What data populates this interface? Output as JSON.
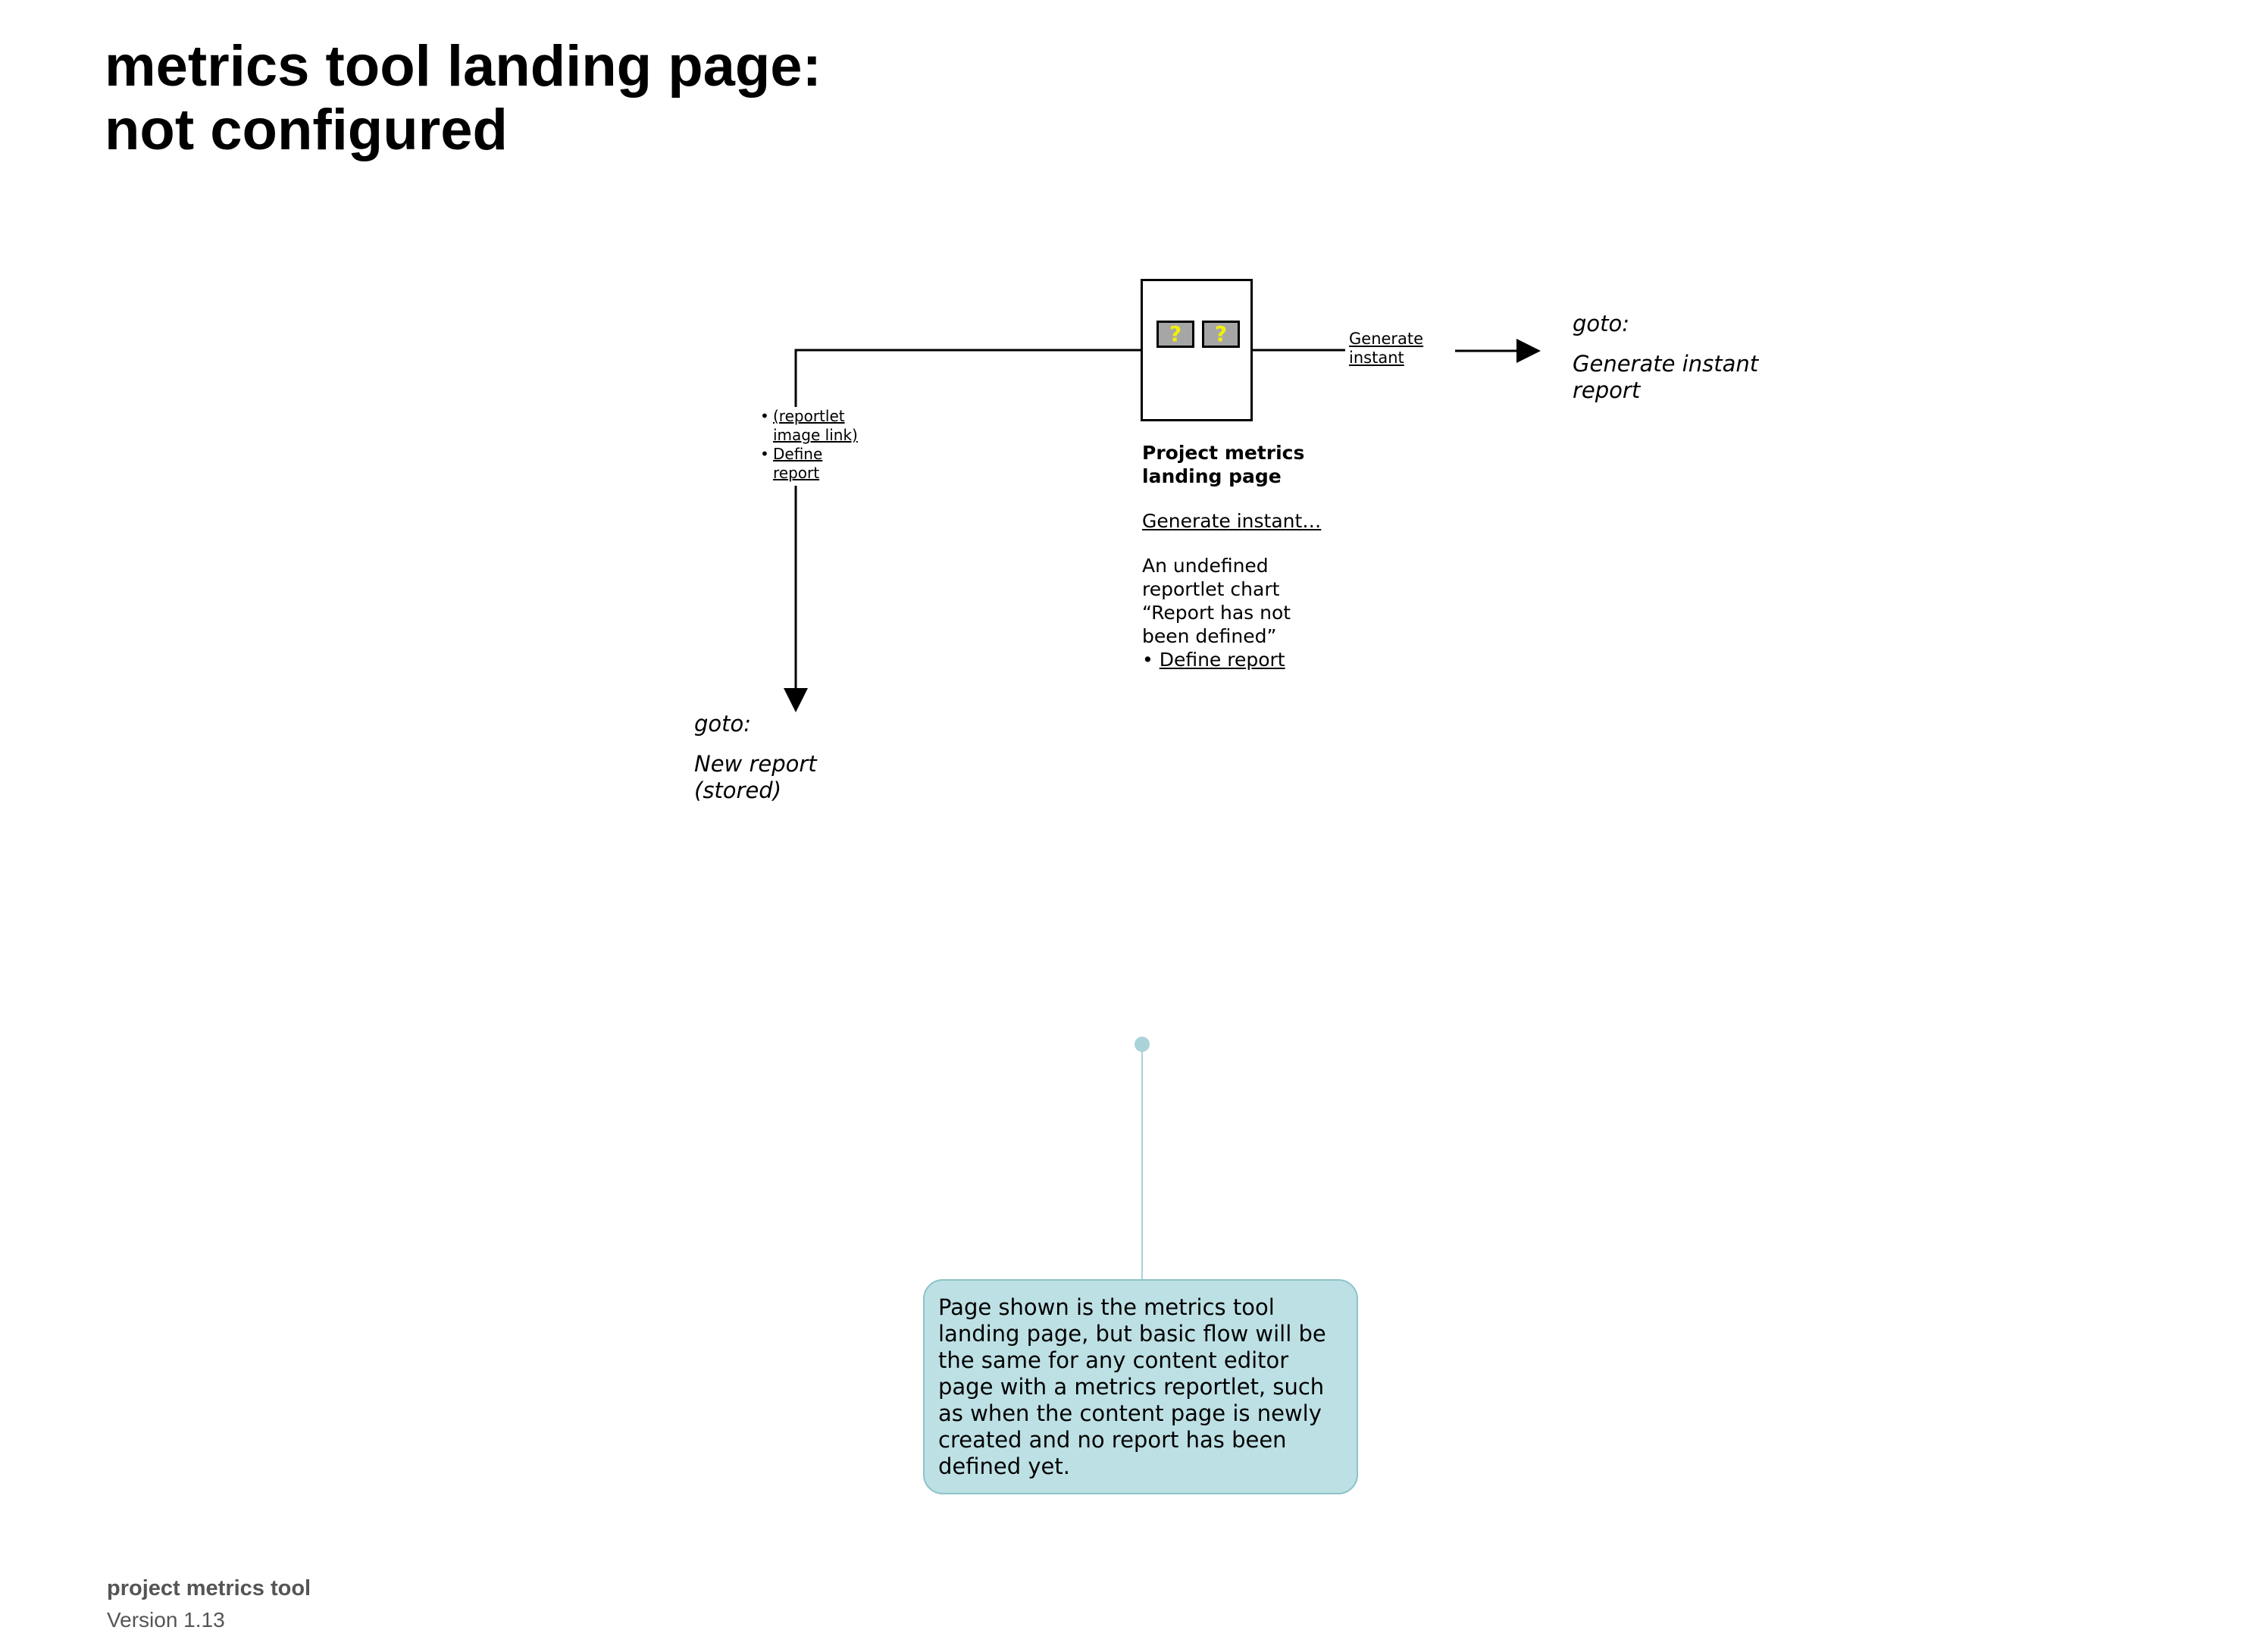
{
  "title": {
    "line1": "metrics tool landing page:",
    "line2": "not configured"
  },
  "page_box": {
    "icons": [
      {
        "name": "reportlet-chart-icon",
        "glyph": "?"
      },
      {
        "name": "reportlet-chart-icon",
        "glyph": "?"
      }
    ],
    "heading_line1": "Project metrics",
    "heading_line2": "landing page",
    "generate_link": "Generate instant…",
    "desc_line1": "An undefined",
    "desc_line2": "reportlet chart",
    "desc_line3": "“Report has not",
    "desc_line4": "been defined”",
    "define_bullet": "• ",
    "define_link": "Define report"
  },
  "left_links": {
    "item1_line1": "(reportlet",
    "item1_line2": "image link)",
    "item2_line1": "Define",
    "item2_line2": "report"
  },
  "right_link": {
    "line1": "Generate",
    "line2": "instant"
  },
  "goto_right": {
    "label": "goto:",
    "target_line1": "Generate instant",
    "target_line2": "report"
  },
  "goto_down": {
    "label": "goto:",
    "target_line1": "New report",
    "target_line2": "(stored)"
  },
  "note": {
    "text": "Page shown is the metrics tool landing page, but basic flow will be the same for any content editor page with a metrics reportlet, such as when the content page is newly created and no report has been defined yet.",
    "fill": "#bde0e4",
    "connector": "#a9d3d8"
  },
  "footer": {
    "title": "project metrics tool",
    "version": "Version 1.13"
  }
}
